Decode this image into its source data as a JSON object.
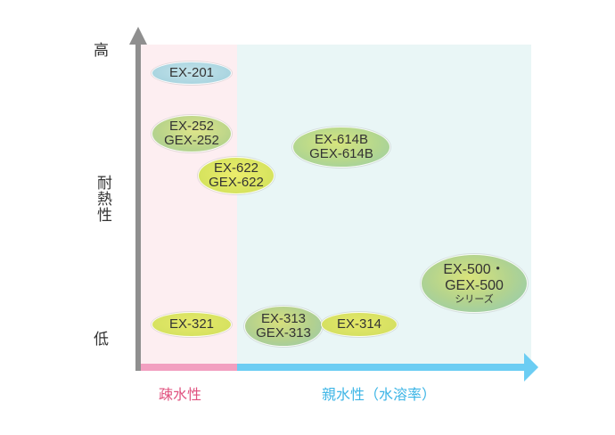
{
  "axes": {
    "y_title": "耐熱性",
    "y_high": "高",
    "y_low": "低",
    "x_hydrophobic": "疎水性",
    "x_hydrophilic": "親水性（水溶率）"
  },
  "colors": {
    "hydrophobic_zone": "#fdeef1",
    "hydrophilic_zone": "#e9f6f6",
    "hydrophobic_bar": "#f29fc0",
    "hydrophilic_bar": "#6ccdf3",
    "y_axis": "#8f8f8f"
  },
  "products": [
    {
      "id": "ex-201",
      "lines": [
        "EX-201"
      ]
    },
    {
      "id": "ex-252",
      "lines": [
        "EX-252",
        "GEX-252"
      ]
    },
    {
      "id": "ex-622",
      "lines": [
        "EX-622",
        "GEX-622"
      ]
    },
    {
      "id": "ex-614b",
      "lines": [
        "EX-614B",
        "GEX-614B"
      ]
    },
    {
      "id": "ex-500",
      "lines": [
        "EX-500・",
        "GEX-500",
        "シリーズ"
      ]
    },
    {
      "id": "ex-321",
      "lines": [
        "EX-321"
      ]
    },
    {
      "id": "ex-313",
      "lines": [
        "EX-313",
        "GEX-313"
      ]
    },
    {
      "id": "ex-314",
      "lines": [
        "EX-314"
      ]
    }
  ]
}
